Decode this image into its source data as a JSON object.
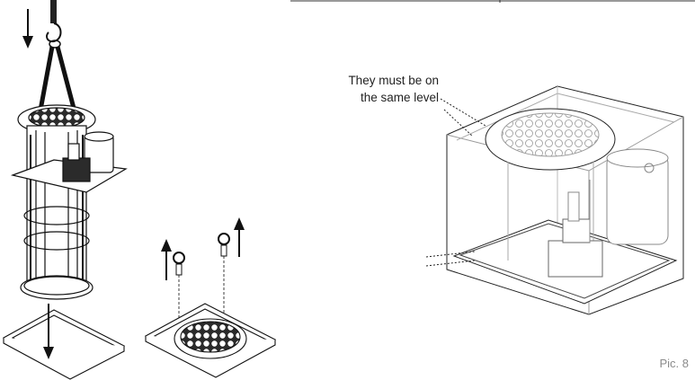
{
  "annotation": {
    "line1": "They must be on",
    "line2": "the same level"
  },
  "figure_label": "Pic. 8",
  "icons": [
    "down-arrow-icon",
    "up-arrow-icon",
    "lifting-hook-icon",
    "eyebolt-icon"
  ],
  "colors": {
    "line": "#1a1a1a",
    "ghost": "#9a9a9a",
    "label": "#8a8a8a"
  }
}
